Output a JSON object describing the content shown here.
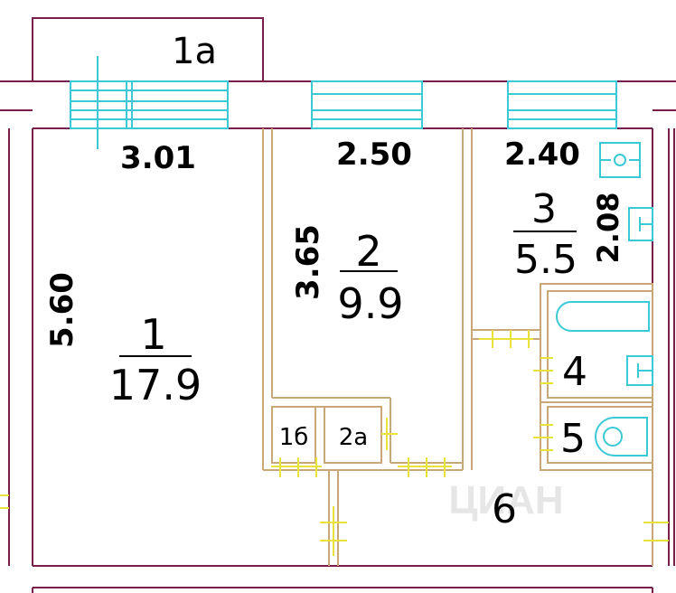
{
  "colors": {
    "exterior_wall": "#7a1f4b",
    "interior_wall": "#c9a877",
    "window": "#3cc9d6",
    "door_tick": "#e8e23a",
    "text": "#000000",
    "watermark": "#e6e6e6"
  },
  "balcony": {
    "label": "1а"
  },
  "dimensions": {
    "room1_width": "3.01",
    "room2_width": "2.50",
    "room3_width": "2.40",
    "room1_depth": "5.60",
    "room2_depth": "3.65",
    "room3_depth": "2.08"
  },
  "rooms": [
    {
      "number": "1",
      "area": "17.9"
    },
    {
      "number": "2",
      "area": "9.9"
    },
    {
      "number": "3",
      "area": "5.5"
    },
    {
      "number": "4",
      "area": ""
    },
    {
      "number": "5",
      "area": ""
    },
    {
      "number": "6",
      "area": ""
    },
    {
      "number": "1б",
      "area": ""
    },
    {
      "number": "2а",
      "area": ""
    }
  ],
  "watermark": "ЦИАН",
  "icons": [
    "stove-icon",
    "sink-icon",
    "bathtub-icon",
    "toilet-icon",
    "washbasin-icon"
  ]
}
